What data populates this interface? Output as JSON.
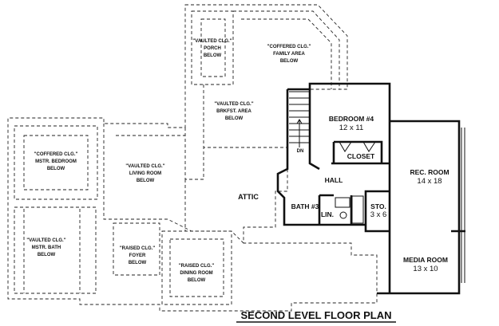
{
  "title": "SECOND LEVEL FLOOR PLAN",
  "ceiling_notes": [
    {
      "line1": "\"VAULTED CLG.\"",
      "line2": "PORCH",
      "line3": "BELOW"
    },
    {
      "line1": "\"COFFERED CLG.\"",
      "line2": "FAMILY AREA",
      "line3": "BELOW"
    },
    {
      "line1": "\"VAULTED CLG.\"",
      "line2": "BRKFST. AREA",
      "line3": "BELOW"
    },
    {
      "line1": "\"COFFERED CLG.\"",
      "line2": "MSTR. BEDROOM",
      "line3": "BELOW"
    },
    {
      "line1": "\"VAULTED CLG.\"",
      "line2": "LIVING ROOM",
      "line3": "BELOW"
    },
    {
      "line1": "\"VAULTED CLG.\"",
      "line2": "MSTR. BATH",
      "line3": "BELOW"
    },
    {
      "line1": "\"RAISED CLG.\"",
      "line2": "FOYER",
      "line3": "BELOW"
    },
    {
      "line1": "\"RAISED CLG.\"",
      "line2": "DINING ROOM",
      "line3": "BELOW"
    }
  ],
  "rooms": {
    "bedroom4": {
      "name": "BEDROOM #4",
      "size": "12 x 11"
    },
    "closet": {
      "name": "CLOSET"
    },
    "hall": {
      "name": "HALL"
    },
    "rec_room": {
      "name": "REC. ROOM",
      "size": "14 x 18"
    },
    "bath3": {
      "name": "BATH #3"
    },
    "lin": {
      "name": "LIN."
    },
    "sto": {
      "name": "STO.",
      "size": "3 x 6"
    },
    "media_room": {
      "name": "MEDIA ROOM",
      "size": "13 x 10"
    },
    "attic": {
      "name": "ATTIC"
    }
  },
  "stair_label": "DN"
}
